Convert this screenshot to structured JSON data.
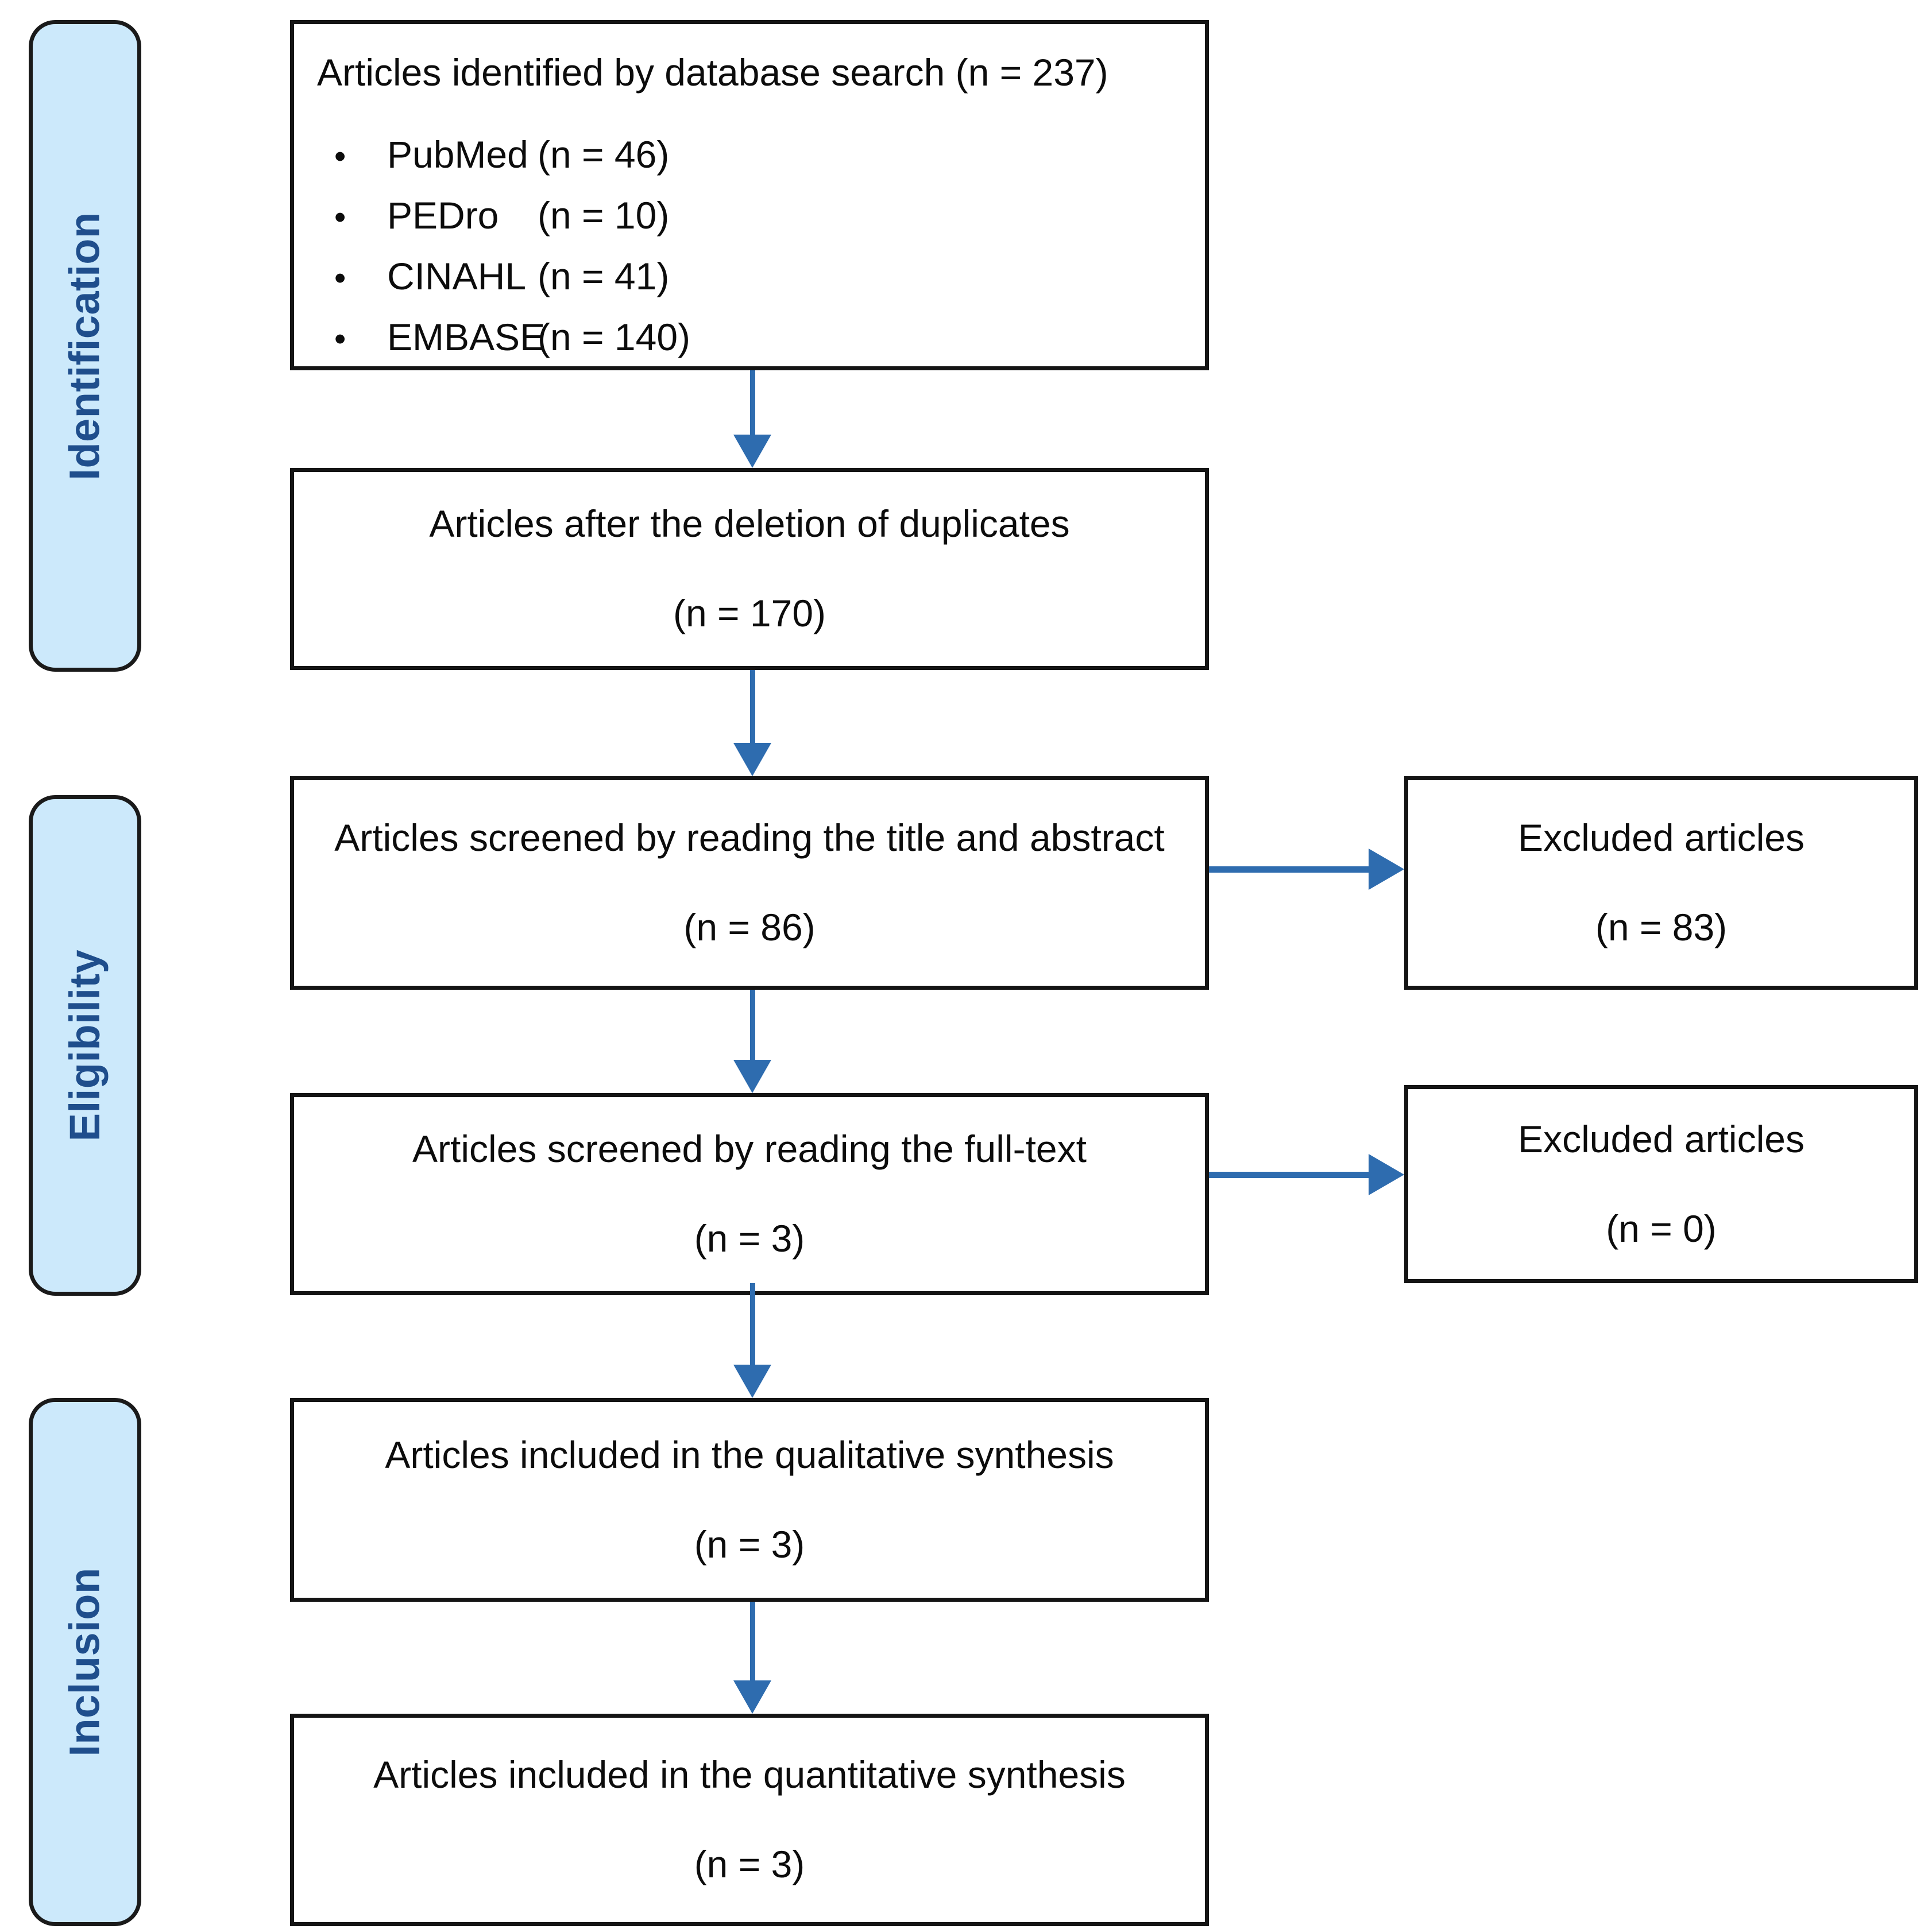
{
  "diagram": {
    "type": "prisma-flow-diagram",
    "accent_color": "#2e6caf",
    "stage_fill_color": "#cce9fb",
    "stage_text_color": "#1f4e8c",
    "box_border_color": "#141414"
  },
  "stages": [
    {
      "id": "identification",
      "label": "Identification"
    },
    {
      "id": "eligibility",
      "label": "Eligibility"
    },
    {
      "id": "inclusion",
      "label": "Inclusion"
    }
  ],
  "boxes": {
    "identified": {
      "title": "Articles identified by database search (n = 237)",
      "sources": [
        {
          "bullet": "•",
          "name": "PubMed",
          "count": "(n = 46)"
        },
        {
          "bullet": "•",
          "name": "PEDro",
          "count": "(n = 10)"
        },
        {
          "bullet": "•",
          "name": "CINAHL",
          "count": "(n = 41)"
        },
        {
          "bullet": "•",
          "name": "EMBASE",
          "count": "(n = 140)"
        }
      ]
    },
    "after_duplicates": {
      "title": "Articles after the deletion of duplicates",
      "count": "(n = 170)"
    },
    "screened_title_abstract": {
      "title": "Articles screened by reading the title and abstract",
      "count": "(n = 86)"
    },
    "excluded_title_abstract": {
      "title": "Excluded articles",
      "count": "(n = 83)"
    },
    "screened_fulltext": {
      "title": "Articles screened by reading the full-text",
      "count": "(n = 3)"
    },
    "excluded_fulltext": {
      "title": "Excluded articles",
      "count": "(n = 0)"
    },
    "qualitative": {
      "title": "Articles included in the qualitative synthesis",
      "count": "(n = 3)"
    },
    "quantitative": {
      "title": "Articles included in the quantitative synthesis",
      "count": "(n = 3)"
    }
  }
}
